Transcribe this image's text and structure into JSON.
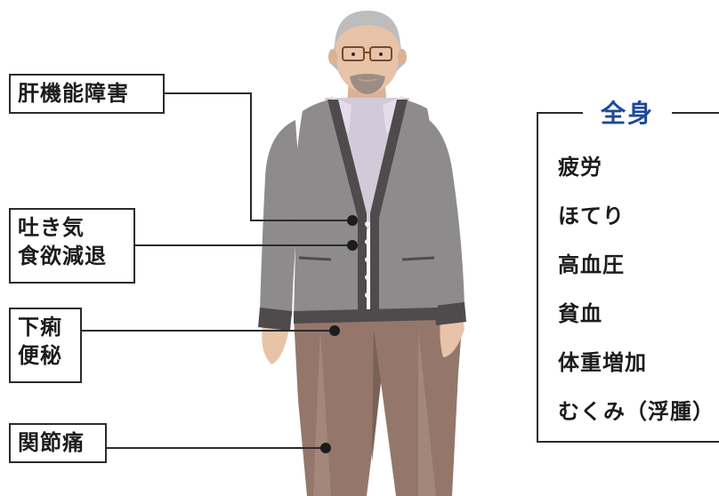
{
  "callouts": {
    "liver": "肝機能障害",
    "nausea": "吐き気\n食欲減退",
    "diarrhea": "下痢\n便秘",
    "joint": "関節痛"
  },
  "whole_body": {
    "title": "全身",
    "items": [
      "疲労",
      "ほてり",
      "高血圧",
      "貧血",
      "体重増加",
      "むくみ（浮腫）"
    ]
  },
  "colors": {
    "title_blue": "#1d4a96",
    "cardigan": "#8e8b8c",
    "cardigan_trim": "#4f4a4c",
    "shirt": "#d2cad8",
    "trousers": "#94776a",
    "skin": "#e8c3a8",
    "hair": "#bdbdbd"
  }
}
